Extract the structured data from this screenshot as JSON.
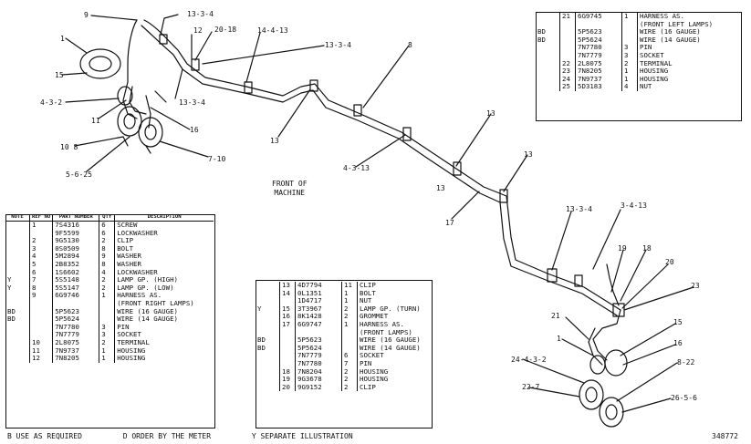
{
  "front_label": {
    "line1": "FRONT OF",
    "line2": "MACHINE"
  },
  "figure_number": "348772",
  "legend": {
    "b": "B  USE AS REQUIRED",
    "d": "D  ORDER BY THE METER",
    "y": "Y  SEPARATE ILLUSTRATION"
  },
  "callouts": [
    "9",
    "13-3-4",
    "12",
    "20-18",
    "14-4-13",
    "13-3-4",
    "8",
    "1",
    "15",
    "4-3-2",
    "11",
    "13-3-4",
    "16",
    "13",
    "7-10",
    "10 8",
    "5-6-25",
    "13",
    "4-3-13",
    "13",
    "17",
    "13",
    "13-3-4",
    "3-4-13",
    "19",
    "18",
    "20",
    "23",
    "21",
    "15",
    "1",
    "16",
    "24-4-3-2",
    "8-22",
    "22-7",
    "26-5-6"
  ],
  "table_left": {
    "headers": {
      "note": "NOTE",
      "ref": "REF NO",
      "part": "PART NUMBER",
      "qty": "QTY",
      "desc": "DESCRIPTION"
    },
    "rows": [
      {
        "note": "",
        "ref": "1",
        "part": "7S4316",
        "qty": "6",
        "desc": "SCREW"
      },
      {
        "note": "",
        "ref": "",
        "part": "9F5599",
        "qty": "6",
        "desc": "LOCKWASHER"
      },
      {
        "note": "",
        "ref": "2",
        "part": "9G5130",
        "qty": "2",
        "desc": "CLIP"
      },
      {
        "note": "",
        "ref": "3",
        "part": "0S0509",
        "qty": "8",
        "desc": "BOLT"
      },
      {
        "note": "",
        "ref": "4",
        "part": "5M2894",
        "qty": "9",
        "desc": "WASHER"
      },
      {
        "note": "",
        "ref": "5",
        "part": "2B8352",
        "qty": "8",
        "desc": "WASHER"
      },
      {
        "note": "",
        "ref": "6",
        "part": "1S6602",
        "qty": "4",
        "desc": "LOCKWASHER"
      },
      {
        "note": "Y",
        "ref": "7",
        "part": "5S5148",
        "qty": "2",
        "desc": "LAMP GP. (HIGH)"
      },
      {
        "note": "Y",
        "ref": "8",
        "part": "5S5147",
        "qty": "2",
        "desc": "LAMP GP. (LOW)"
      },
      {
        "note": "",
        "ref": "9",
        "part": "6G9746",
        "qty": "1",
        "desc": "HARNESS AS."
      },
      {
        "note": "",
        "ref": "",
        "part": "",
        "qty": "",
        "desc": "(FRONT RIGHT LAMPS)"
      },
      {
        "note": "BD",
        "ref": "",
        "part": "5P5623",
        "qty": "",
        "desc": "WIRE (16 GAUGE)"
      },
      {
        "note": "BD",
        "ref": "",
        "part": "5P5624",
        "qty": "",
        "desc": "WIRE (14 GAUGE)"
      },
      {
        "note": "",
        "ref": "",
        "part": "7N7780",
        "qty": "3",
        "desc": "PIN"
      },
      {
        "note": "",
        "ref": "",
        "part": "7N7779",
        "qty": "3",
        "desc": "SOCKET"
      },
      {
        "note": "",
        "ref": "10",
        "part": "2L8075",
        "qty": "2",
        "desc": "TERMINAL"
      },
      {
        "note": "",
        "ref": "11",
        "part": "7N9737",
        "qty": "1",
        "desc": "HOUSING"
      },
      {
        "note": "",
        "ref": "12",
        "part": "7N8205",
        "qty": "1",
        "desc": "HOUSING"
      }
    ]
  },
  "table_mid": {
    "rows": [
      {
        "note": "",
        "ref": "13",
        "part": "4D7794",
        "qty": "11",
        "desc": "CLIP"
      },
      {
        "note": "",
        "ref": "14",
        "part": "0L1351",
        "qty": "1",
        "desc": "BOLT"
      },
      {
        "note": "",
        "ref": "",
        "part": "1D4717",
        "qty": "1",
        "desc": "NUT"
      },
      {
        "note": "Y",
        "ref": "15",
        "part": "3T3967",
        "qty": "2",
        "desc": "LAMP GP. (TURN)"
      },
      {
        "note": "",
        "ref": "16",
        "part": "8K1428",
        "qty": "2",
        "desc": "GROMMET"
      },
      {
        "note": "",
        "ref": "17",
        "part": "6G9747",
        "qty": "1",
        "desc": "HARNESS AS."
      },
      {
        "note": "",
        "ref": "",
        "part": "",
        "qty": "",
        "desc": "(FRONT LAMPS)"
      },
      {
        "note": "BD",
        "ref": "",
        "part": "5P5623",
        "qty": "",
        "desc": "WIRE (16 GAUGE)"
      },
      {
        "note": "BD",
        "ref": "",
        "part": "5P5624",
        "qty": "",
        "desc": "WIRE (14 GAUGE)"
      },
      {
        "note": "",
        "ref": "",
        "part": "7N7779",
        "qty": "6",
        "desc": "SOCKET"
      },
      {
        "note": "",
        "ref": "",
        "part": "7N7780",
        "qty": "7",
        "desc": "PIN"
      },
      {
        "note": "",
        "ref": "18",
        "part": "7N8204",
        "qty": "2",
        "desc": "HOUSING"
      },
      {
        "note": "",
        "ref": "19",
        "part": "9G3678",
        "qty": "2",
        "desc": "HOUSING"
      },
      {
        "note": "",
        "ref": "20",
        "part": "9G9152",
        "qty": "2",
        "desc": "CLIP"
      }
    ]
  },
  "table_top": {
    "rows": [
      {
        "note": "",
        "ref": "21",
        "part": "6G9745",
        "qty": "1",
        "desc": "HARNESS AS."
      },
      {
        "note": "",
        "ref": "",
        "part": "",
        "qty": "",
        "desc": "(FRONT LEFT LAMPS)"
      },
      {
        "note": "BD",
        "ref": "",
        "part": "5P5623",
        "qty": "",
        "desc": "WIRE (16 GAUGE)"
      },
      {
        "note": "BD",
        "ref": "",
        "part": "5P5624",
        "qty": "",
        "desc": "WIRE (14 GAUGE)"
      },
      {
        "note": "",
        "ref": "",
        "part": "7N7780",
        "qty": "3",
        "desc": "PIN"
      },
      {
        "note": "",
        "ref": "",
        "part": "7N7779",
        "qty": "3",
        "desc": "SOCKET"
      },
      {
        "note": "",
        "ref": "22",
        "part": "2L8075",
        "qty": "2",
        "desc": "TERMINAL"
      },
      {
        "note": "",
        "ref": "23",
        "part": "7N8205",
        "qty": "1",
        "desc": "HOUSING"
      },
      {
        "note": "",
        "ref": "24",
        "part": "7N9737",
        "qty": "1",
        "desc": "HOUSING"
      },
      {
        "note": "",
        "ref": "25",
        "part": "5D3183",
        "qty": "4",
        "desc": "NUT"
      }
    ]
  }
}
